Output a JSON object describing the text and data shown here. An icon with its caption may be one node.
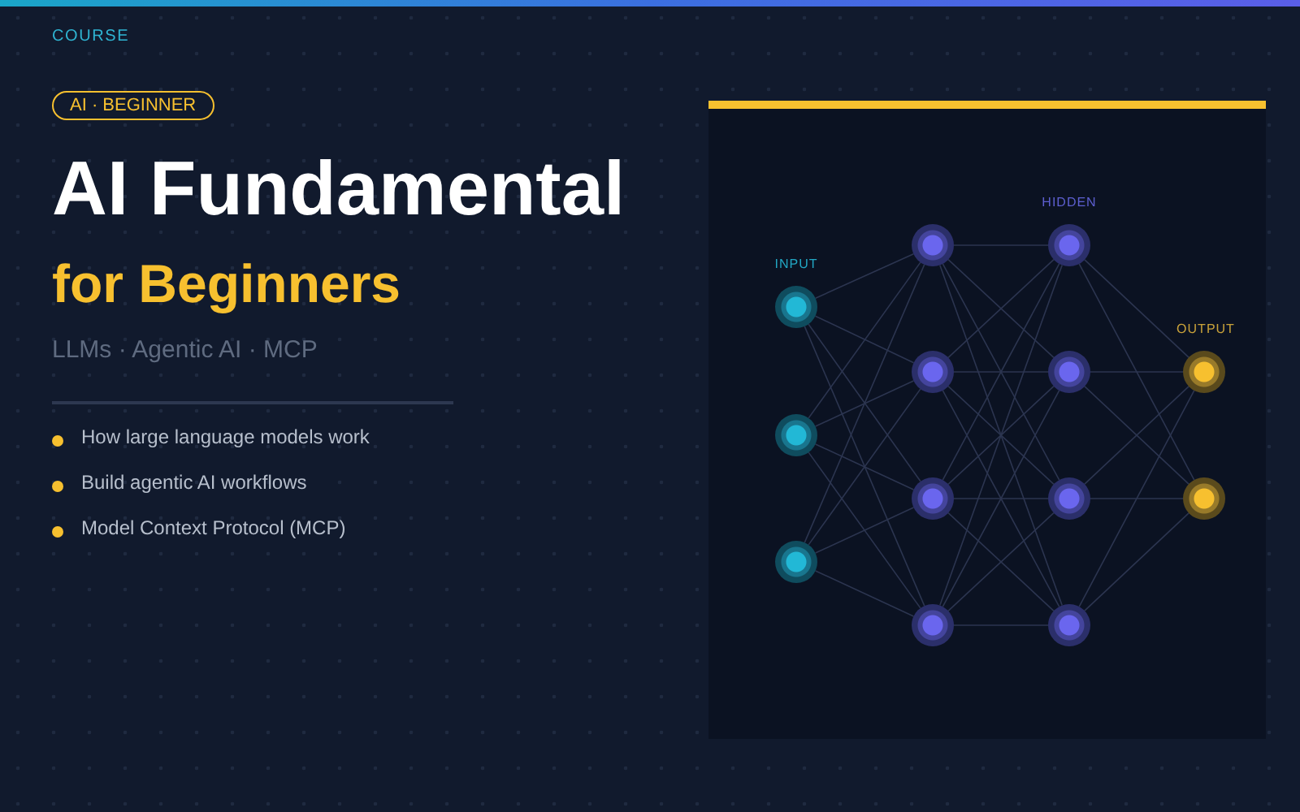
{
  "diagram": {
    "title": "AI Fundamental",
    "nodes": [
      {
        "text": [],
        "shape": "circle"
      },
      {
        "text": [],
        "shape": "circle"
      },
      {
        "text": [],
        "shape": "circle"
      },
      {
        "text": [],
        "shape": "circle"
      },
      {
        "text": [],
        "shape": "circle"
      },
      {
        "text": [],
        "shape": "circle"
      },
      {
        "text": [],
        "shape": "circle"
      },
      {
        "text": [],
        "shape": "circle"
      },
      {
        "text": [],
        "shape": "circle"
      },
      {
        "text": [],
        "shape": "circle"
      },
      {
        "text": [],
        "shape": "circle"
      },
      {
        "text": [],
        "shape": "circle"
      },
      {
        "text": [],
        "shape": "circle"
      }
    ],
    "edges": [
      {
        "from": 0,
        "to": 3,
        "arrow": "none"
      },
      {
        "from": 0,
        "to": 4,
        "arrow": "none"
      },
      {
        "from": 0,
        "to": 5,
        "arrow": "none"
      },
      {
        "from": 0,
        "to": 6,
        "arrow": "none"
      },
      {
        "from": 1,
        "to": 3,
        "arrow": "none"
      },
      {
        "from": 1,
        "to": 4,
        "arrow": "none"
      },
      {
        "from": 1,
        "to": 5,
        "arrow": "none"
      },
      {
        "from": 1,
        "to": 6,
        "arrow": "none"
      },
      {
        "from": 2,
        "to": 3,
        "arrow": "none"
      },
      {
        "from": 2,
        "to": 4,
        "arrow": "none"
      },
      {
        "from": 2,
        "to": 5,
        "arrow": "none"
      },
      {
        "from": 2,
        "to": 6,
        "arrow": "none"
      },
      {
        "from": 3,
        "to": 7,
        "arrow": "none"
      },
      {
        "from": 3,
        "to": 8,
        "arrow": "none"
      },
      {
        "from": 3,
        "to": 9,
        "arrow": "none"
      },
      {
        "from": 3,
        "to": 10,
        "arrow": "none"
      },
      {
        "from": 4,
        "to": 7,
        "arrow": "none"
      },
      {
        "from": 4,
        "to": 8,
        "arrow": "none"
      },
      {
        "from": 4,
        "to": 9,
        "arrow": "none"
      },
      {
        "from": 4,
        "to": 10,
        "arrow": "none"
      },
      {
        "from": 5,
        "to": 7,
        "arrow": "none"
      },
      {
        "from": 5,
        "to": 8,
        "arrow": "none"
      },
      {
        "from": 5,
        "to": 9,
        "arrow": "none"
      },
      {
        "from": 5,
        "to": 10,
        "arrow": "none"
      },
      {
        "from": 6,
        "to": 7,
        "arrow": "none"
      },
      {
        "from": 6,
        "to": 8,
        "arrow": "none"
      },
      {
        "from": 6,
        "to": 9,
        "arrow": "none"
      },
      {
        "from": 6,
        "to": 10,
        "arrow": "none"
      },
      {
        "from": 7,
        "to": 11,
        "arrow": "none"
      },
      {
        "from": 7,
        "to": 12,
        "arrow": "none"
      },
      {
        "from": 8,
        "to": 11,
        "arrow": "none"
      },
      {
        "from": 8,
        "to": 12,
        "arrow": "none"
      },
      {
        "from": 9,
        "to": 11,
        "arrow": "none"
      },
      {
        "from": 9,
        "to": 12,
        "arrow": "none"
      },
      {
        "from": 10,
        "to": 11,
        "arrow": "none"
      },
      {
        "from": 10,
        "to": 12,
        "arrow": "none"
      }
    ],
    "labels": [
      "COURSE",
      "AI · BEGINNER",
      "for Beginners",
      "LLMs · Agentic AI · MCP",
      "How large language models work",
      "Build agentic AI workflows",
      "Model Context Protocol (MCP)",
      "INPUT",
      "HIDDEN",
      "OUTPUT"
    ]
  }
}
